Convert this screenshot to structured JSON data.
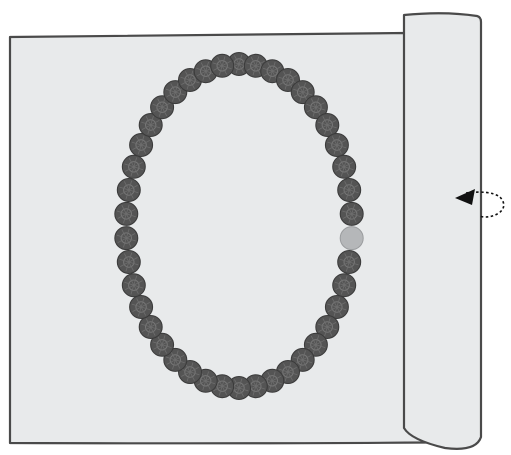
{
  "diagram": {
    "colors": {
      "background": "#ffffff",
      "sheet_fill": "#e8eaeb",
      "outline": "#4a4a4a",
      "bead_fill": "#545454",
      "bead_highlight_fill": "#b5b7b9",
      "arrow": "#111111"
    },
    "ring": {
      "bead_count": 42,
      "highlighted_bead_index": 11
    },
    "rotation_icon": "curved-rotation-arrow"
  }
}
